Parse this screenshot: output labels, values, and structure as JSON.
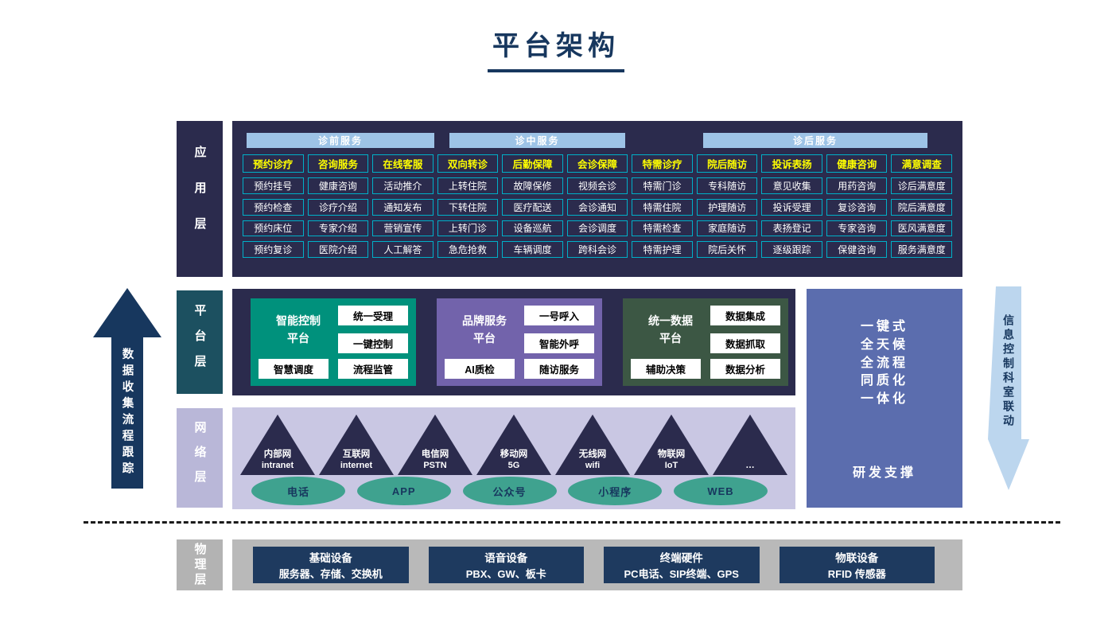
{
  "title": "平台架构",
  "left_arrow": {
    "label": "数据收集流程跟踪"
  },
  "right_arrow": {
    "label": "信息控制科室联动"
  },
  "layer_labels": {
    "app": "应用层",
    "platform": "平台层",
    "network": "网络层",
    "physical": "物理层"
  },
  "app_layer": {
    "phases": [
      "诊前服务",
      "诊中服务",
      "诊后服务"
    ],
    "columns": [
      {
        "header": "预约诊疗",
        "items": [
          "预约挂号",
          "预约检查",
          "预约床位",
          "预约复诊"
        ]
      },
      {
        "header": "咨询服务",
        "items": [
          "健康咨询",
          "诊疗介绍",
          "专家介绍",
          "医院介绍"
        ]
      },
      {
        "header": "在线客服",
        "items": [
          "活动推介",
          "通知发布",
          "营销宣传",
          "人工解答"
        ]
      },
      {
        "header": "双向转诊",
        "items": [
          "上转住院",
          "下转住院",
          "上转门诊",
          "急危抢救"
        ]
      },
      {
        "header": "后勤保障",
        "items": [
          "故障保修",
          "医疗配送",
          "设备巡航",
          "车辆调度"
        ]
      },
      {
        "header": "会诊保障",
        "items": [
          "视频会诊",
          "会诊通知",
          "会诊调度",
          "跨科会诊"
        ]
      },
      {
        "header": "特需诊疗",
        "items": [
          "特需门诊",
          "特需住院",
          "特需检查",
          "特需护理"
        ]
      },
      {
        "header": "院后随访",
        "items": [
          "专科随访",
          "护理随访",
          "家庭随访",
          "院后关怀"
        ]
      },
      {
        "header": "投诉表扬",
        "items": [
          "意见收集",
          "投诉受理",
          "表扬登记",
          "逐级跟踪"
        ]
      },
      {
        "header": "健康咨询",
        "items": [
          "用药咨询",
          "复诊咨询",
          "专家咨询",
          "保健咨询"
        ]
      },
      {
        "header": "满意调查",
        "items": [
          "诊后满意度",
          "院后满意度",
          "医风满意度",
          "服务满意度"
        ]
      }
    ]
  },
  "platform_layer": {
    "platforms": [
      {
        "name": "智能控制\n平台",
        "right_items": [
          "统一受理",
          "一键控制"
        ],
        "bottom_items": [
          "智慧调度",
          "流程监管"
        ],
        "color": "#00917c"
      },
      {
        "name": "品牌服务\n平台",
        "right_items": [
          "一号呼入",
          "智能外呼"
        ],
        "bottom_items": [
          "AI质检",
          "随访服务"
        ],
        "color": "#7263ab"
      },
      {
        "name": "统一数据\n平台",
        "right_items": [
          "数据集成",
          "数据抓取"
        ],
        "bottom_items": [
          "辅助决策",
          "数据分析"
        ],
        "color": "#3c5744"
      }
    ]
  },
  "side_box": {
    "lines": [
      "一键式",
      "全天候",
      "全流程",
      "同质化",
      "一体化"
    ],
    "bottom": "研发支撑"
  },
  "network_layer": {
    "triangles": [
      {
        "zh": "内部网",
        "en": "intranet"
      },
      {
        "zh": "互联网",
        "en": "internet"
      },
      {
        "zh": "电信网",
        "en": "PSTN"
      },
      {
        "zh": "移动网",
        "en": "5G"
      },
      {
        "zh": "无线网",
        "en": "wifi"
      },
      {
        "zh": "物联网",
        "en": "IoT"
      },
      {
        "zh": "…",
        "en": ""
      }
    ],
    "ellipses": [
      "电话",
      "APP",
      "公众号",
      "小程序",
      "WEB"
    ]
  },
  "physical_layer": {
    "boxes": [
      {
        "title": "基础设备",
        "detail": "服务器、存储、交换机"
      },
      {
        "title": "语音设备",
        "detail": "PBX、GW、板卡"
      },
      {
        "title": "终端硬件",
        "detail": "PC电话、SIP终端、GPS"
      },
      {
        "title": "物联设备",
        "detail": "RFID 传感器"
      }
    ]
  },
  "colors": {
    "title_text": "#17375e",
    "app_layer_bg": "#2b2b4d",
    "cell_border": "#00b0c8",
    "column_header_text": "#ffff00",
    "phase_header_bg": "#9dc3e6",
    "platform_label_bg": "#1c5060",
    "smart_platform_bg": "#00917c",
    "brand_platform_bg": "#7263ab",
    "data_platform_bg": "#3c5744",
    "side_box_bg": "#5b6dae",
    "network_bg": "#c9c7e3",
    "network_label_bg": "#b9b7d8",
    "triangle_bg": "#2b2b4d",
    "ellipse_bg": "#3fa28f",
    "physical_bg": "#b9b9b9",
    "physical_box_bg": "#1e3a5f",
    "left_arrow_fill": "#17375e",
    "right_arrow_fill": "#bcd6ee"
  }
}
